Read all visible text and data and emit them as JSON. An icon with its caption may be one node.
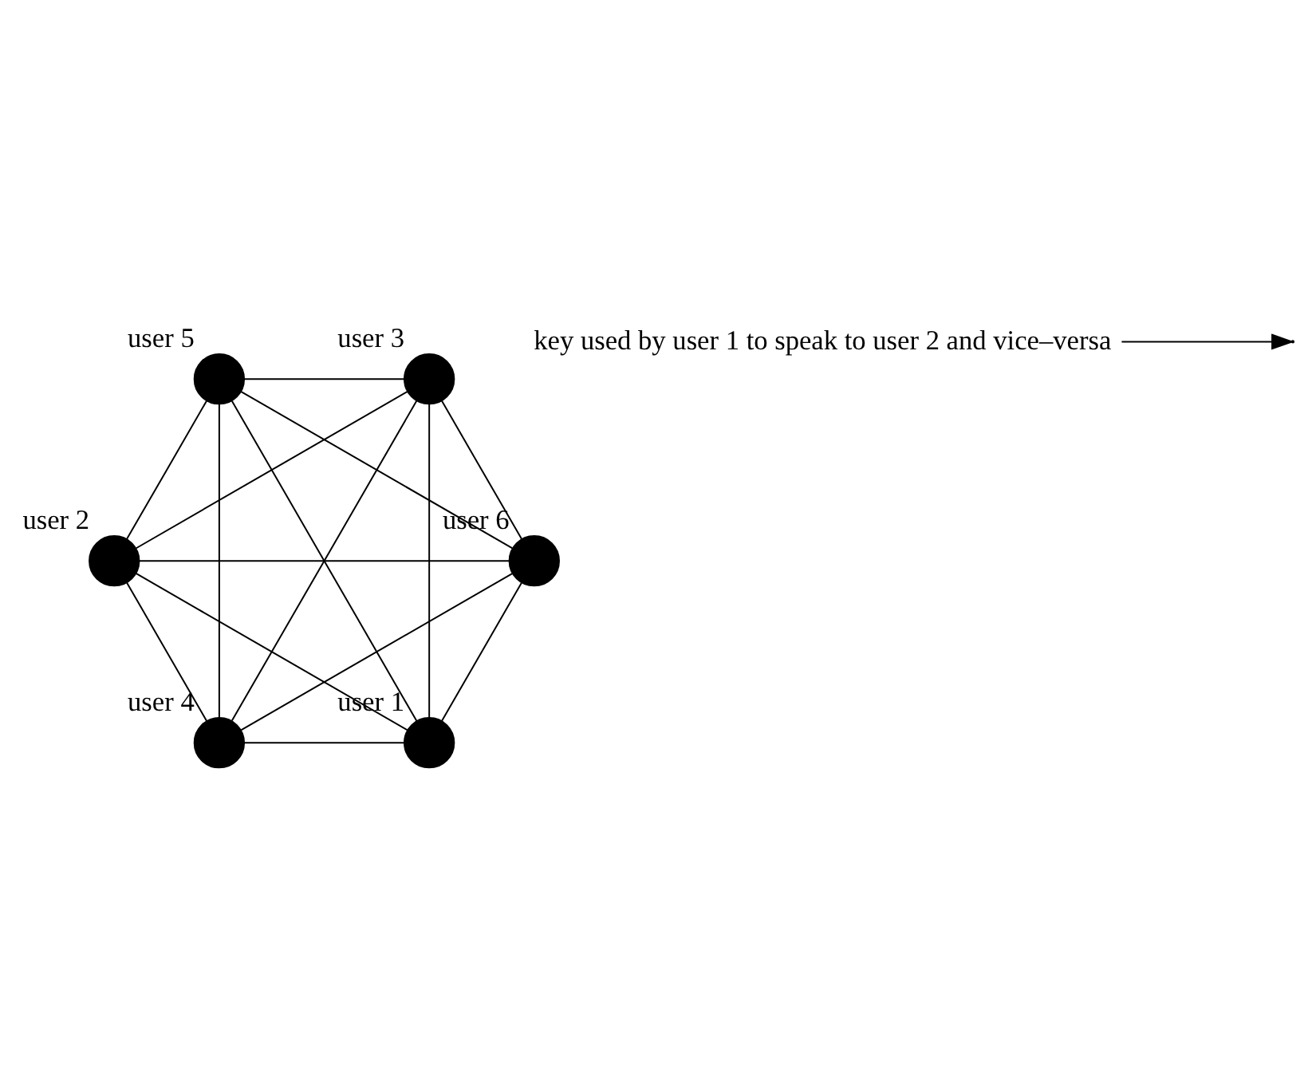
{
  "diagram": {
    "nodes": [
      {
        "text": [],
        "shape": "circle",
        "beside": [
          "user 1"
        ]
      },
      {
        "text": [],
        "shape": "circle",
        "beside": [
          "user 6"
        ]
      },
      {
        "text": [],
        "shape": "circle",
        "beside": [
          "user 2"
        ]
      },
      {
        "text": [],
        "shape": "circle",
        "beside": [
          "user 5"
        ]
      },
      {
        "text": [],
        "shape": "circle",
        "beside": [
          "user 3"
        ]
      },
      {
        "text": [],
        "shape": "circle",
        "beside": [
          "user 4"
        ]
      },
      {
        "text": [
          "key used by user 1 to speak to user 2 and vice–versa"
        ]
      }
    ],
    "edges": [
      {
        "from": 0,
        "to": 2,
        "arrow": "none"
      },
      {
        "from": 2,
        "to": 4,
        "arrow": "none"
      },
      {
        "from": 4,
        "to": 5,
        "arrow": "none"
      },
      {
        "from": 5,
        "to": 3,
        "arrow": "none"
      },
      {
        "from": 3,
        "to": 1,
        "arrow": "none"
      },
      {
        "from": 1,
        "to": 0,
        "arrow": "none"
      },
      {
        "from": 0,
        "to": 4,
        "arrow": "none"
      },
      {
        "from": 0,
        "to": 5,
        "arrow": "none"
      },
      {
        "from": 0,
        "to": 3,
        "arrow": "none"
      },
      {
        "from": 1,
        "to": 2,
        "arrow": "none"
      },
      {
        "from": 1,
        "to": 4,
        "arrow": "none"
      },
      {
        "from": 1,
        "to": 5,
        "arrow": "none"
      },
      {
        "from": 2,
        "to": 3,
        "arrow": "none"
      },
      {
        "from": 2,
        "to": 5,
        "arrow": "none"
      },
      {
        "from": 3,
        "to": 4,
        "arrow": "none"
      },
      {
        "from": 6,
        "to": null,
        "arrow": "to"
      }
    ]
  }
}
